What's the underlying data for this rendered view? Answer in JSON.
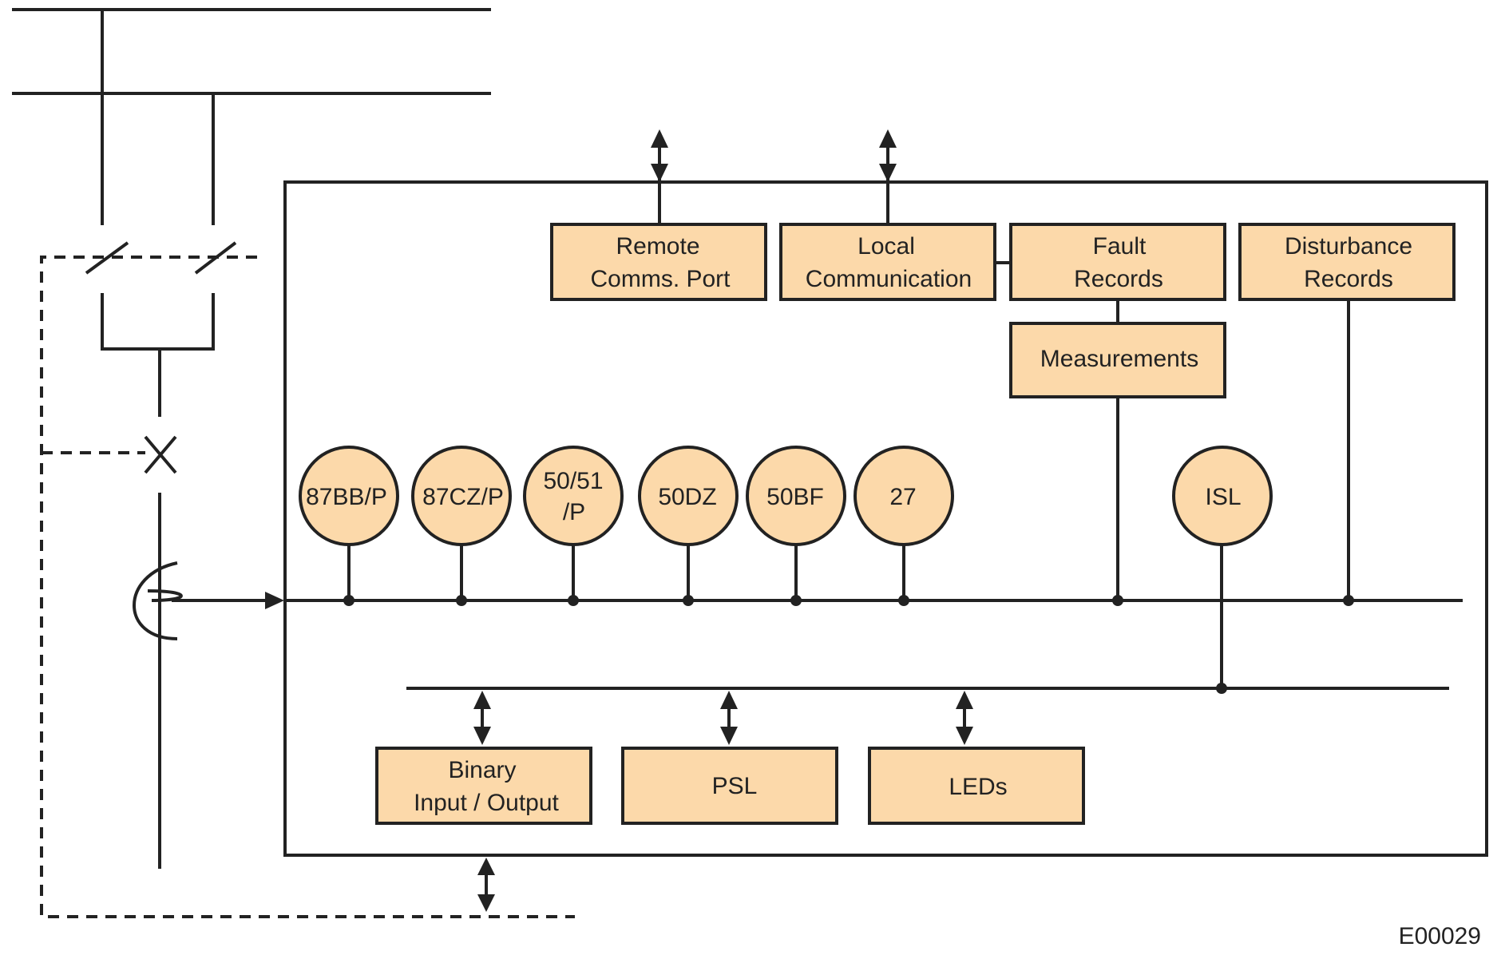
{
  "diagram": {
    "colors": {
      "block_fill": "#fcd9aa",
      "line": "#222222",
      "background": "#ffffff"
    },
    "function_boxes": {
      "remote_comms": [
        "Remote",
        "Comms. Port"
      ],
      "local_communication": [
        "Local",
        "Communication"
      ],
      "fault_records": [
        "Fault",
        "Records"
      ],
      "disturbance_records": [
        "Disturbance",
        "Records"
      ],
      "measurements": "Measurements",
      "binary_io": [
        "Binary",
        "Input / Output"
      ],
      "psl": "PSL",
      "leds": "LEDs"
    },
    "protection_functions": {
      "f87bb": "87BB/P",
      "f87cz": "87CZ/P",
      "f5051": [
        "50/51",
        "/P"
      ],
      "f50dz": "50DZ",
      "f50bf": "50BF",
      "f27": "27",
      "isl": "ISL"
    },
    "figure_id": "E00029"
  }
}
